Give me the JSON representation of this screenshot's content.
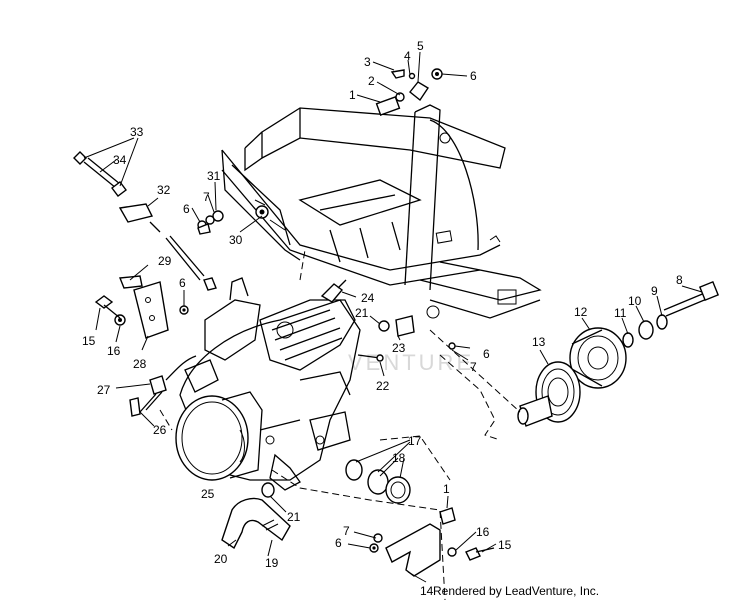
{
  "watermark": "VENTURE",
  "credit": "Rendered by LeadVenture, Inc.",
  "callouts": [
    "1",
    "2",
    "3",
    "4",
    "5",
    "6",
    "33",
    "34",
    "31",
    "7",
    "6",
    "32",
    "30",
    "29",
    "6",
    "24",
    "21",
    "15",
    "16",
    "28",
    "23",
    "6",
    "7",
    "22",
    "27",
    "26",
    "25",
    "1",
    "17",
    "18",
    "21",
    "20",
    "19",
    "7",
    "6",
    "16",
    "15",
    "14",
    "8",
    "9",
    "10",
    "11",
    "12",
    "13"
  ]
}
